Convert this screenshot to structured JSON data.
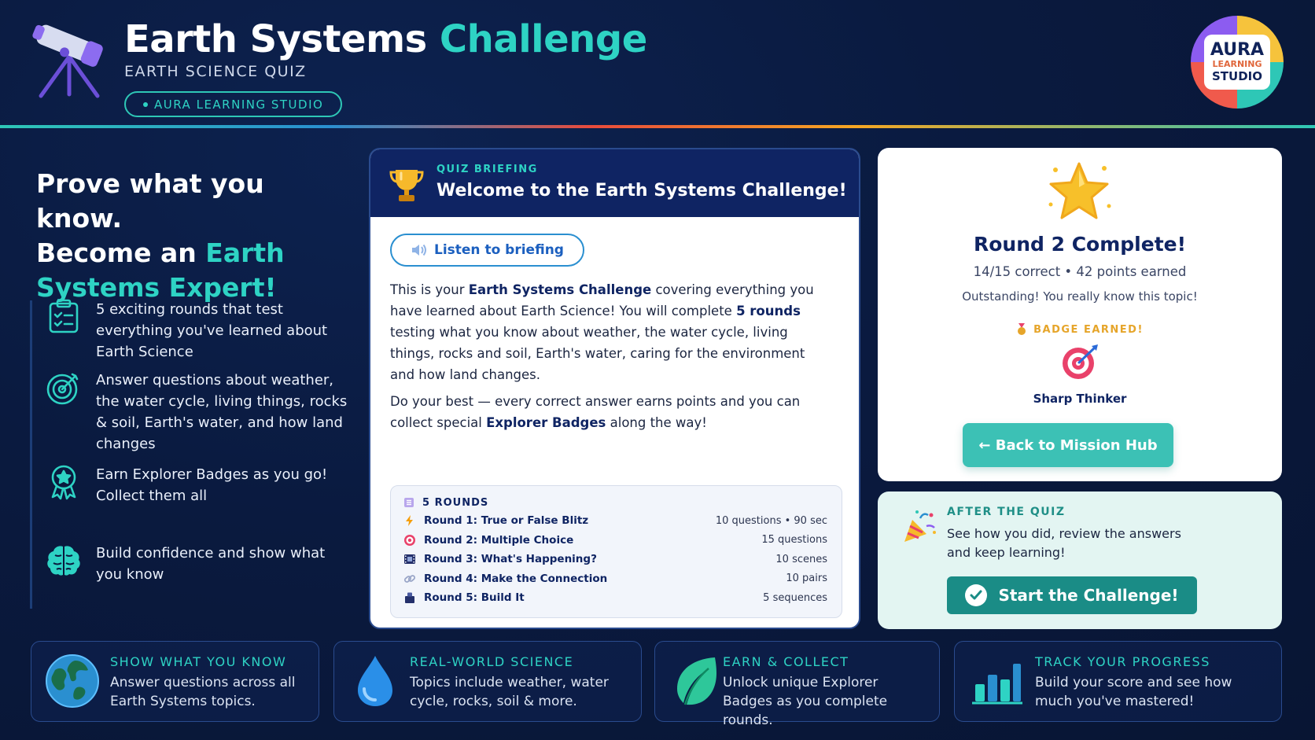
{
  "header": {
    "title_part1": "Earth Systems",
    "title_part2": "Challenge",
    "subtitle": "EARTH SCIENCE QUIZ",
    "studio_pill": "AURA LEARNING STUDIO",
    "logo": {
      "line1": "AURA",
      "line2": "LEARNING",
      "line3": "STUDIO"
    }
  },
  "hero": {
    "line1": "Prove what you know.",
    "line2_plain": "Become an",
    "line2_accent": "Earth",
    "line3_accent": "Systems Expert!"
  },
  "features": [
    {
      "icon": "clipboard-checklist-icon",
      "text": "5 exciting rounds that test everything you've learned about Earth Science"
    },
    {
      "icon": "target-icon",
      "text": "Answer questions about weather, the water cycle, living things, rocks & soil, Earth's water, and how land changes"
    },
    {
      "icon": "award-ribbon-icon",
      "text": "Earn Explorer Badges as you go! Collect them all"
    },
    {
      "icon": "brain-icon",
      "text": "Build confidence and show what you know"
    }
  ],
  "briefing": {
    "kicker": "QUIZ BRIEFING",
    "title": "Welcome to the Earth Systems Challenge!",
    "listen_label": "Listen to briefing",
    "p1_a": "This is your ",
    "p1_b": "Earth Systems Challenge",
    "p1_c": " covering everything you have learned about Earth Science! You will complete ",
    "p1_d": "5 rounds",
    "p1_e": " testing what you know about weather, the water cycle, living things, rocks and soil, Earth's water, caring for the environment and how land changes.",
    "p2_a": "Do your best — every correct answer earns points and you can collect special ",
    "p2_b": "Explorer Badges",
    "p2_c": " along the way!",
    "rounds_header": "5 ROUNDS",
    "rounds": [
      {
        "name": "Round 1: True or False Blitz",
        "detail": "10 questions • 90 sec",
        "icon": "lightning-icon",
        "color": "#f59e0b"
      },
      {
        "name": "Round 2: Multiple Choice",
        "detail": "15 questions",
        "icon": "target-icon",
        "color": "#e9416a"
      },
      {
        "name": "Round 3: What's Happening?",
        "detail": "10 scenes",
        "icon": "film-icon",
        "color": "#24306b"
      },
      {
        "name": "Round 4: Make the Connection",
        "detail": "10 pairs",
        "icon": "link-icon",
        "color": "#9aa6c8"
      },
      {
        "name": "Round 5: Build It",
        "detail": "5 sequences",
        "icon": "building-blocks-icon",
        "color": "#24306b"
      }
    ]
  },
  "result": {
    "title": "Round 2 Complete!",
    "score": "14/15 correct • 42 points earned",
    "message": "Outstanding! You really know this topic!",
    "badge_label": "BADGE EARNED!",
    "badge_name": "Sharp Thinker",
    "back_label": "← Back to Mission Hub"
  },
  "after": {
    "kicker": "AFTER THE QUIZ",
    "text": "See how you did, review the answers and keep learning!",
    "start_label": "Start the Challenge!"
  },
  "tiles": [
    {
      "kicker": "SHOW WHAT YOU KNOW",
      "text": "Answer questions across all Earth Systems topics.",
      "icon": "globe-icon"
    },
    {
      "kicker": "REAL-WORLD SCIENCE",
      "text": "Topics include weather, water cycle, rocks, soil & more.",
      "icon": "water-drop-icon"
    },
    {
      "kicker": "EARN & COLLECT",
      "text": "Unlock unique Explorer Badges as you complete rounds.",
      "icon": "leaf-icon"
    },
    {
      "kicker": "TRACK YOUR PROGRESS",
      "text": "Build your score and see how much you've mastered!",
      "icon": "bar-chart-icon"
    }
  ],
  "colors": {
    "accent_teal": "#2ed3c4",
    "navy": "#0f2463",
    "button_teal": "#3cc1b5",
    "start_green": "#1a8c86",
    "badge_gold": "#e6a52a"
  }
}
